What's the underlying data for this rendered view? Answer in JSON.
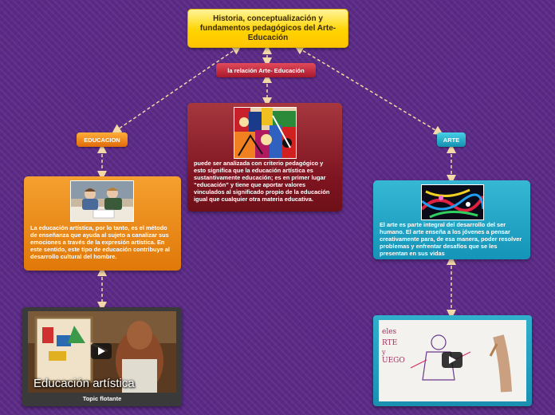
{
  "title": "Historia, conceptualización y fundamentos pedagógicos del Arte- Educación",
  "relation": {
    "label": "la relación Arte- Educación",
    "text": "puede ser analizada con criterio pedagógico y esto significa que la educación artística es sustantivamente educación; es en primer lugar “educación” y tiene que aportar valores vinculados al significado propio de la educación igual que cualquier otra materia educativa."
  },
  "educacion": {
    "label": "EDUCACION",
    "text": "La educación artística, por lo tanto, es el método de enseñanza que ayuda al sujeto a canalizar sus emociones a través de la expresión artística. En este sentido, este tipo de educación contribuye al desarrollo cultural del hombre.",
    "video_overlay": "Educación artística",
    "video_caption": "Topic flotante"
  },
  "arte": {
    "label": "ARTE",
    "text": "El arte es parte integral del desarrollo del ser humano. El arte enseña a los jóvenes a pensar creativamente para, de esa manera, poder resolver problemas y enfrentar desafíos que se les presentan en sus vidas",
    "video_handwriting": [
      "eles",
      "RTE",
      "y",
      "UEGO"
    ]
  },
  "colors": {
    "background": "#5b2a86",
    "title": "#ffd400",
    "relation": "#a8182c",
    "educacion": "#e07808",
    "arte": "#1494b8",
    "connector": "#f3d9a8"
  }
}
